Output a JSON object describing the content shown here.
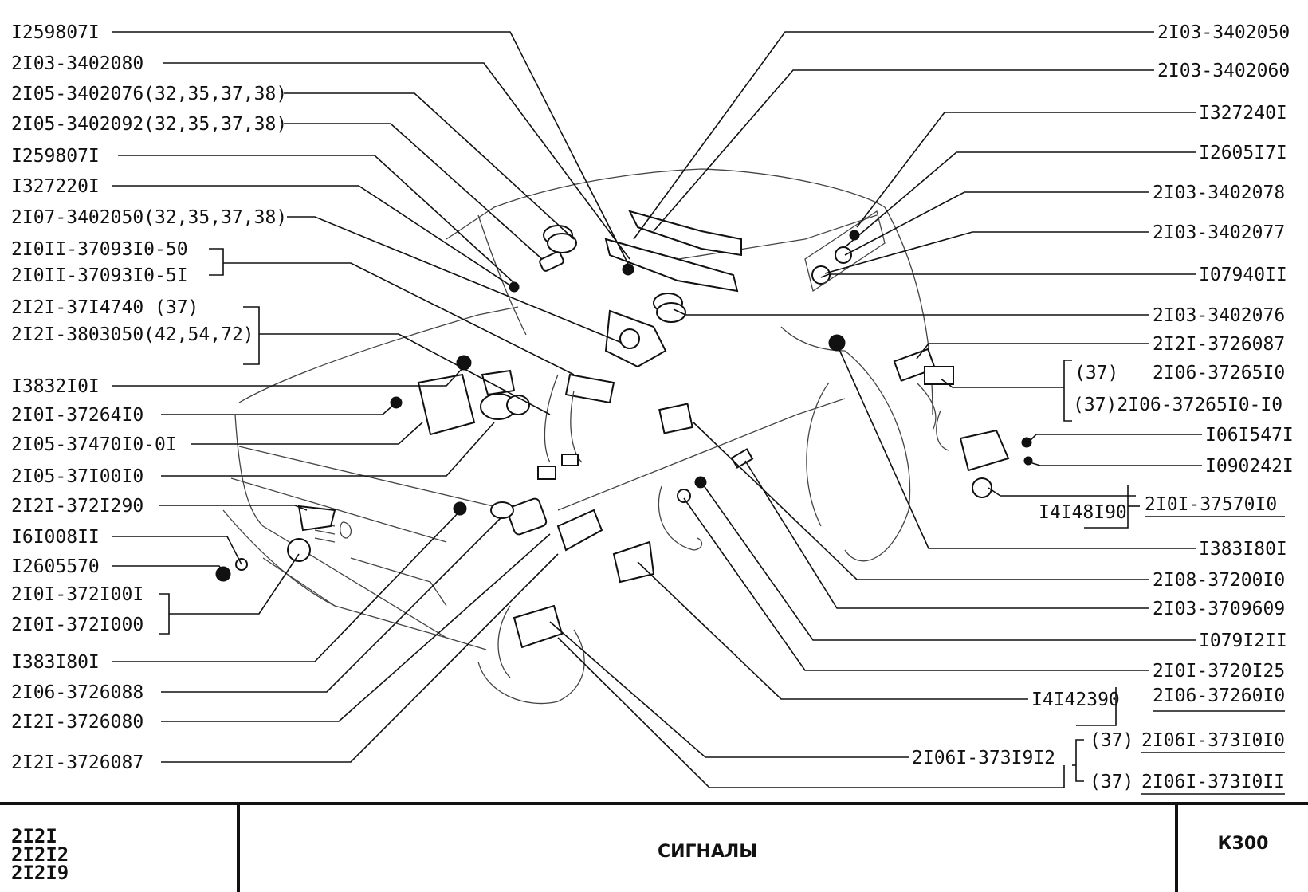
{
  "diagram": {
    "left_labels": [
      "I259807I",
      "2I03-3402080",
      "2I05-3402076(32,35,37,38)",
      "2I05-3402092(32,35,37,38)",
      "I259807I",
      "I327220I",
      "2I07-3402050(32,35,37,38)",
      "2I0II-37093I0-50",
      "2I0II-37093I0-5I",
      "2I2I-37I4740 (37)",
      "2I2I-3803050(42,54,72)",
      "I3832I0I",
      "2I0I-37264I0",
      "2I05-37470I0-0I",
      "2I05-37I00I0",
      "2I2I-372I290",
      "I6I008II",
      "I2605570",
      "2I0I-372I00I",
      "2I0I-372I000",
      "I383I80I",
      "2I06-3726088",
      "2I2I-3726080",
      "2I2I-3726087"
    ],
    "right_labels": [
      "2I03-3402050",
      "2I03-3402060",
      "I327240I",
      "I2605I7I",
      "2I03-3402078",
      "2I03-3402077",
      "I07940II",
      "2I03-3402076",
      "2I2I-3726087",
      "(37)",
      "2I06-37265I0",
      "(37)2I06-37265I0-I0",
      "I06I547I",
      "I090242I",
      "I4I48I90",
      "2I0I-37570I0",
      "I383I80I",
      "2I08-37200I0",
      "2I03-3709609",
      "I079I2II",
      "2I0I-3720I25",
      "I4I42390",
      "2I06-37260I0",
      "2I06I-373I9I2",
      "(37)",
      "2I06I-373I0I0",
      "(37)",
      "2I06I-373I0II"
    ]
  },
  "title_block": {
    "models": [
      "2I2I",
      "2I2I2",
      "2I2I9"
    ],
    "title": "СИГНАЛЫ",
    "code": "К300"
  }
}
